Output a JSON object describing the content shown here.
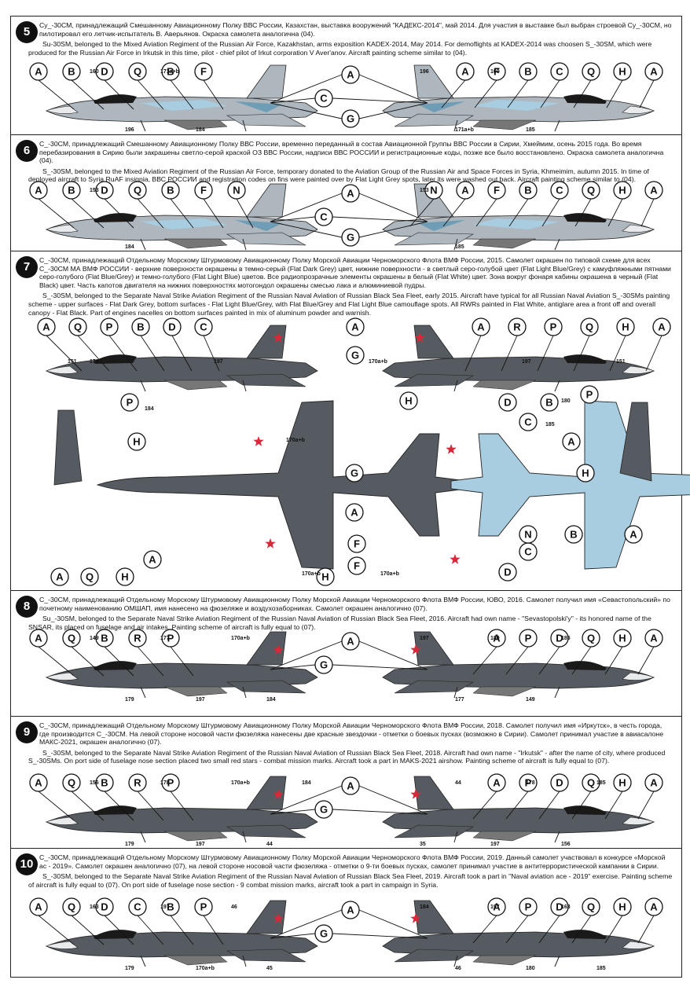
{
  "colors": {
    "dark_grey": "#555b60",
    "light_grey": "#aeb7bd",
    "light_blue": "#a9cde0",
    "blue_grey": "#6f9db6",
    "canopy": "#1a1a1a",
    "red_star": "#d8283a",
    "blue_digits": "#2d57a8"
  },
  "sections": [
    {
      "number": "5",
      "ru": "Су_-30СМ, принадлежащий Смешанному Авиационному Полку ВВС России, Казахстан, выставка вооружений \"КАДЕКС-2014\", май 2014. Для участия в выставке был выбран строевой Су_-30СМ, но пилотировал его летчик-испытатель В. Аверьянов. Окраска самолета аналогична (04).",
      "en": "Su-30SM, belonged to the Mixed Aviation Regiment of the Russian Air Force, Kazakhstan, arms exposition KADEX-2014, May 2014. For demoflights at KADEX-2014 was choosen S_-30SM, which were produced for the Russian Air Force in Irkutsk in this time, pilot - chief pilot of Irkut corporation V Aver'anov. Aircraft painting scheme similar to (04).",
      "left_labels": [
        "A",
        "B",
        "D",
        "Q",
        "B",
        "F"
      ],
      "right_labels": [
        "A",
        "F",
        "B",
        "C",
        "Q",
        "H",
        "A"
      ],
      "center_labels": [
        "A",
        "C",
        "G"
      ],
      "numbers": [
        "160",
        "196",
        "171a+b",
        "184",
        "196",
        "171a+b",
        "160",
        "185"
      ]
    },
    {
      "number": "6",
      "ru": "С_-30СМ, принадлежащий Смешанному Авиационному Полку ВВС России, временно переданный в состав Авиационной Группы ВВС России в Сирии, Хмеймим, осень 2015 года. Во время перебазирования в Сирию были закрашены светло-серой краской ОЗ ВВС России, надписи ВВС РОССИИ и регистрационные коды, позже все было восстановлено. Окраска самолета аналогична (04).",
      "en": "S_-30SM, belonged to the Mixed Aviation Regiment of the Russian Air Force, temporary donated to the Aviation Group of the Russian Air and Space Forces in Syria, Khmeimim, autumn 2015. In time of deployed aircraft to Syria RuAF insignia, ВВС РОССИИ and registration codes on fins were painted over by Flat Light Grey spots, later its were washed out back. Aircraft painting scheme similar to (04).",
      "left_labels": [
        "A",
        "B",
        "D",
        "Q",
        "B",
        "F",
        "N"
      ],
      "right_labels": [
        "N",
        "A",
        "F",
        "B",
        "C",
        "Q",
        "H",
        "A"
      ],
      "center_labels": [
        "A",
        "C",
        "G"
      ],
      "numbers": [
        "153",
        "184",
        "153",
        "185"
      ]
    },
    {
      "number": "7",
      "ru": "С_-30СМ, принадлежащий Отдельному Морскому Штурмовому Авиационному Полку Морской Авиации Черноморского Флота ВМФ России, 2015. Самолет окрашен по типовой схеме для всех С_-30СМ МА ВМФ РОССИИ - верхние поверхности окрашены в темно-серый (Flat Dark Grey) цвет, нижние поверхности - в светлый серо-голубой цвет (Flat Light Blue/Grey) с камуфляжными пятнами серо-голубого (Flat Blue/Grey) и темно-голубого (Flat Light Blue) цветов. Все радиопрозрачные элементы окрашены в белый (Flat White) цвет. Зона вокруг фонаря кабины окрашена в черный (Flat Black) цвет. Часть капотов двигателя на нижних поверхностях мотогондол окрашены смесью лака и алюминиевой пудры.",
      "en": "S_-30SM, belonged to the Separate Naval Strike Aviation Regiment of the Russian Naval Aviation of Russian Black Sea Fleet, early 2015. Aircraft have typical for all Russian Naval Aviation S_-30SMs painting scheme - upper surfaces - Flat Dark Grey, bottom surfaces - Flat Light Blue/Grey, with Flat Blue/Grey and Flat Light Blue camouflage spots. All RWRs painted in Flat White, antiglare area a front off and overall canopy - Flat Black. Part of engines nacelles on bottom surfaces painted in mix of aluminum powder and warnish.",
      "left_labels": [
        "A",
        "Q",
        "P",
        "B",
        "D",
        "C",
        "B",
        "P",
        "H",
        "A",
        "Q",
        "H",
        "A"
      ],
      "right_labels": [
        "A",
        "R",
        "P",
        "Q",
        "H",
        "A",
        "D",
        "B",
        "P",
        "H",
        "C",
        "A",
        "N",
        "B",
        "A",
        "D"
      ],
      "center_labels": [
        "A",
        "G",
        "G",
        "A",
        "F",
        "F"
      ],
      "numbers": [
        "151",
        "179",
        "197",
        "170a+b",
        "184",
        "170a+b",
        "170a+b",
        "197",
        "151",
        "180",
        "185",
        "170a+b"
      ]
    },
    {
      "number": "8",
      "ru": "С_-30СМ, принадлежащий Отдельному Морскому Штурмовому Авиационному Полку Морской Авиации Черноморского Флота  ВМФ России, ЮВО, 2016. Самолет получил имя «Севастопольский» по почетному наименованию ОМШАП, имя нанесено на фюзеляже и воздухозаборниках. Самолет окрашен аналогично (07).",
      "en": "Su_-30SM, belonged to the Separate Naval Strike Aviation Regiment of the Russian Naval Aviation of Russian Black Sea Fleet, 2016. Aircraft had own name - \"Sevastopolski'y\" - its honored name of the SNSAR, its placed on fuselage and air intakes. Painting scheme of aircraft is fully equal to (07).",
      "left_labels": [
        "A",
        "Q",
        "B",
        "R",
        "P"
      ],
      "right_labels": [
        "A",
        "P",
        "D",
        "Q",
        "H",
        "A"
      ],
      "center_labels": [
        "A",
        "G"
      ],
      "numbers": [
        "149",
        "179",
        "177",
        "197",
        "170a+b",
        "184",
        "197",
        "177",
        "180",
        "149",
        "185"
      ]
    },
    {
      "number": "9",
      "ru": "С_-30СМ, принадлежащий Отдельному Морскому Штурмовому Авиационному Полку Морской Авиации Черноморского Флота ВМФ России, 2018. Самолет получил имя «Иркутск», в честь города, где производится С_-30СМ. На левой стороне носовой части фюзеляжа нанесены две красные звездочки - отметки о боевых пусках (возможно в Сирии). Самолет принимал участие в авиасалоне МАКС-2021, окрашен аналогично (07).",
      "en": "S_-30SM, belonged to the Separate Naval Strike Aviation Regiment of the Russian Naval Aviation of Russian Black Sea Fleet, 2018. Aircraft had own name - \"Irkutsk\" - after the name of city, where produced S_-30SMs. On port side of fuselage nose section placed two small red stars - combat mission marks. Aircraft took a part in MAKS-2021 airshow.  Painting scheme of aircraft is fully equal to (07).",
      "left_labels": [
        "A",
        "Q",
        "B",
        "R",
        "P"
      ],
      "right_labels": [
        "A",
        "P",
        "D",
        "Q",
        "H",
        "A"
      ],
      "center_labels": [
        "A",
        "G"
      ],
      "numbers": [
        "156",
        "179",
        "178",
        "197",
        "170a+b",
        "44",
        "184",
        "35",
        "44",
        "197",
        "178",
        "156",
        "185"
      ]
    },
    {
      "number": "10",
      "ru": "С_-30СМ, принадлежащий Отдельному Морскому Штурмовому Авиационному Полку Морской Авиации Черноморского Флота ВМФ России, 2019. Данный самолет участвовал в конкурсе «Морской ас - 2019». Самолет окрашен аналогично (07), на левой стороне носовой части фюзеляжа - отметки о 9-ти боевых пусках, самолет принимал участие в антитеррористической кампании в Сирии.",
      "en": "S_-30SM, belonged to the Separate Naval Strike Aviation Regiment of the Russian Naval Aviation of Russian Black Sea Fleet, 2019. Aircraft took a part in \"Naval aviation ace - 2019\" exercise.  Painting scheme of aircraft is fully equal to (07). On port side of fuselage nose section - 9 combat mission marks, aircraft took a part in campaign in Syria.",
      "left_labels": [
        "A",
        "Q",
        "D",
        "C",
        "B",
        "P"
      ],
      "right_labels": [
        "A",
        "P",
        "D",
        "Q",
        "H",
        "A"
      ],
      "center_labels": [
        "A",
        "G"
      ],
      "numbers": [
        "163",
        "179",
        "197",
        "170a+b",
        "46",
        "45",
        "184",
        "46",
        "197",
        "180",
        "163",
        "185"
      ]
    }
  ]
}
